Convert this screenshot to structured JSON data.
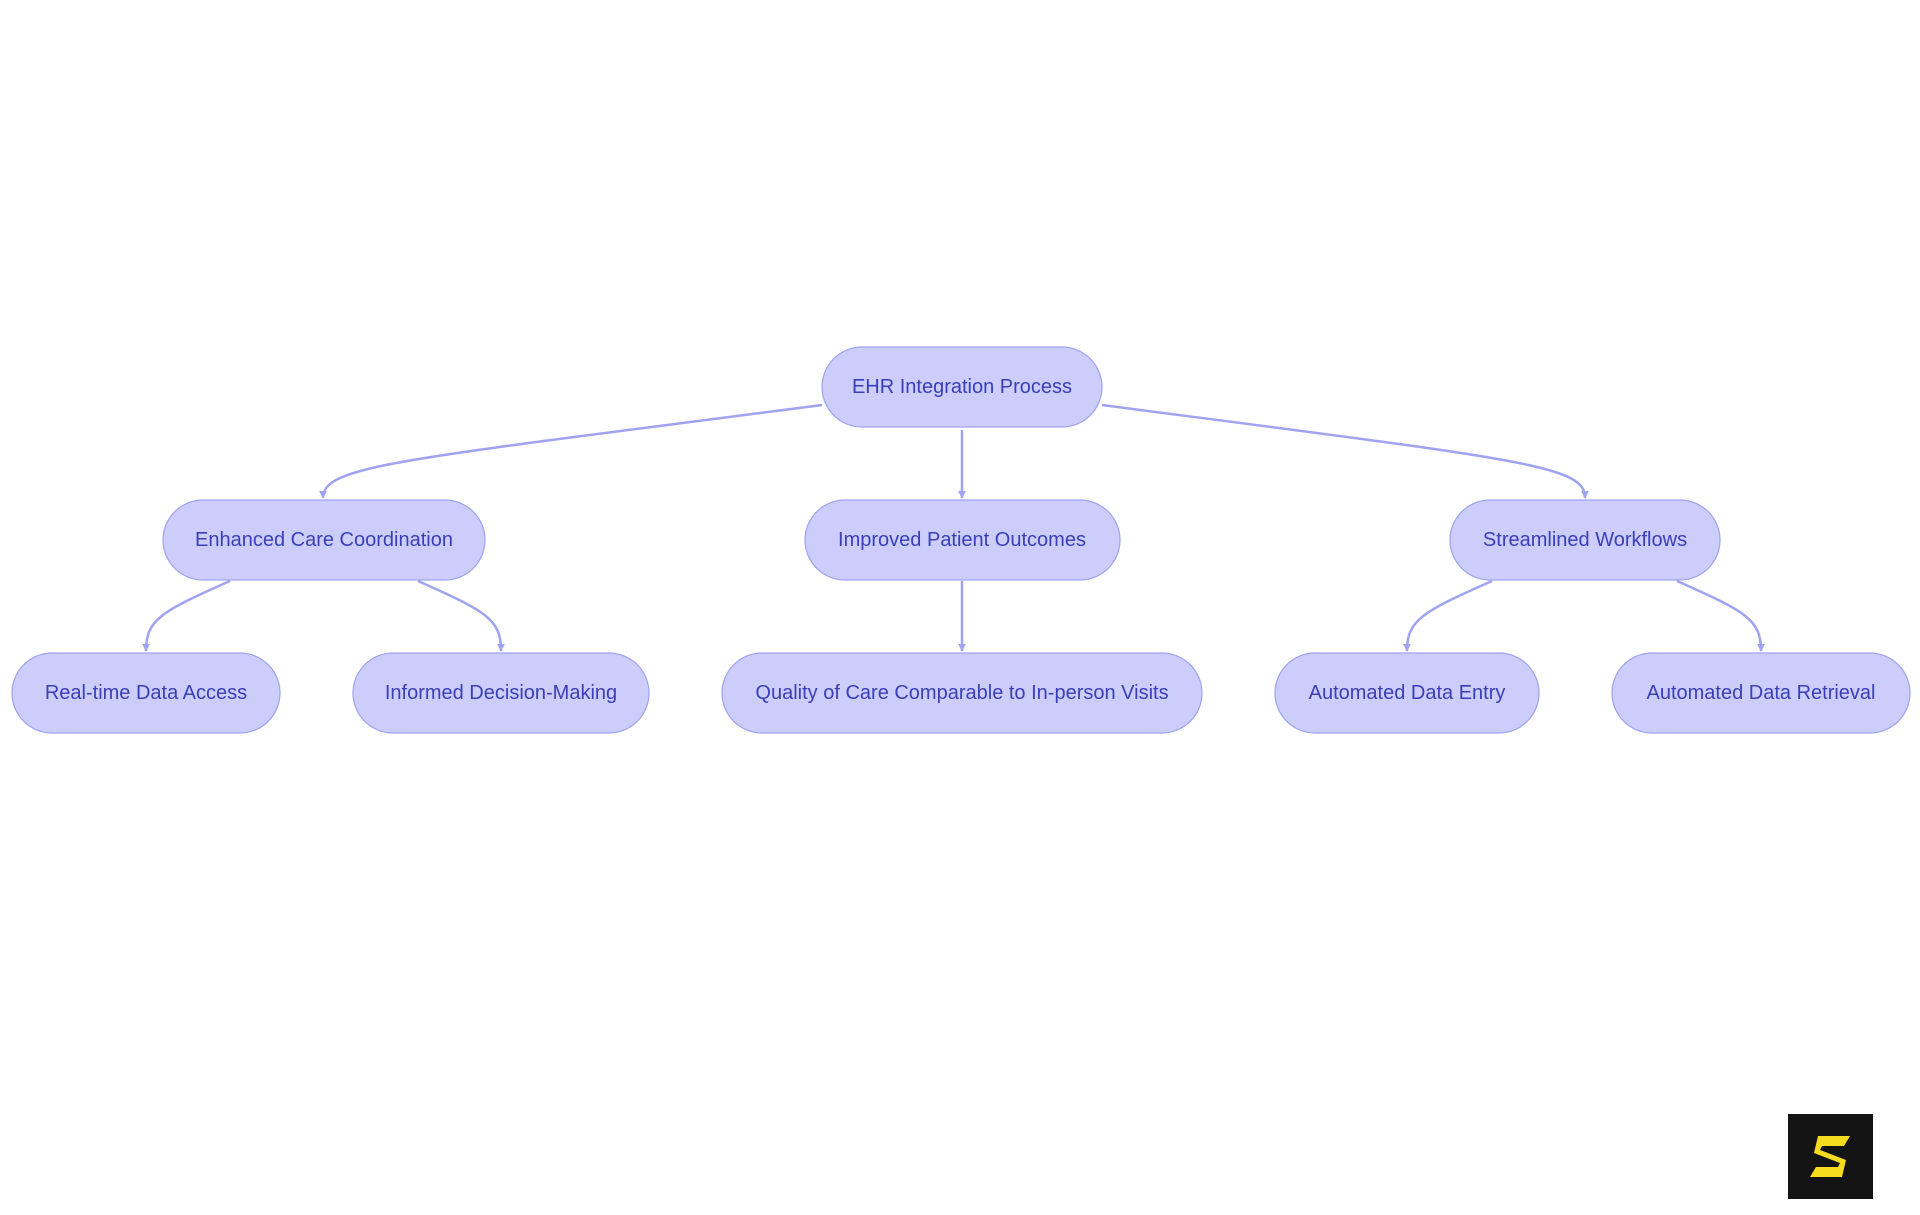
{
  "diagram": {
    "type": "flowchart-tree",
    "colors": {
      "node_fill": "#cccdfb",
      "node_border": "#9fa3f0",
      "node_text": "#3a3fb8",
      "edge": "#9fa3f0"
    },
    "nodes": [
      {
        "id": "root",
        "label": "EHR Integration Process"
      },
      {
        "id": "care",
        "label": "Enhanced Care Coordination"
      },
      {
        "id": "outcomes",
        "label": "Improved Patient Outcomes"
      },
      {
        "id": "workflows",
        "label": "Streamlined Workflows"
      },
      {
        "id": "realtime",
        "label": "Real-time Data Access"
      },
      {
        "id": "decision",
        "label": "Informed Decision-Making"
      },
      {
        "id": "quality",
        "label": "Quality of Care Comparable to In-person Visits"
      },
      {
        "id": "entry",
        "label": "Automated Data Entry"
      },
      {
        "id": "retrieval",
        "label": "Automated Data Retrieval"
      }
    ],
    "edges": [
      {
        "from": "root",
        "to": "care"
      },
      {
        "from": "root",
        "to": "outcomes"
      },
      {
        "from": "root",
        "to": "workflows"
      },
      {
        "from": "care",
        "to": "realtime"
      },
      {
        "from": "care",
        "to": "decision"
      },
      {
        "from": "outcomes",
        "to": "quality"
      },
      {
        "from": "workflows",
        "to": "entry"
      },
      {
        "from": "workflows",
        "to": "retrieval"
      }
    ]
  },
  "logo": {
    "icon": "s-logo-icon",
    "background": "#141414",
    "accent": "#f5dc1e"
  }
}
